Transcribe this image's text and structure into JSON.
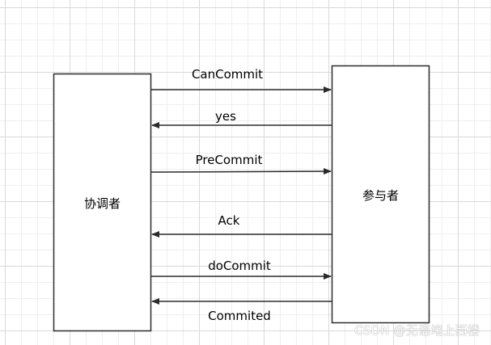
{
  "coordinator": {
    "label": "协调者"
  },
  "participant": {
    "label": "参与者"
  },
  "messages": [
    {
      "label": "CanCommit",
      "direction": "coordinator-to-participant"
    },
    {
      "label": "yes",
      "direction": "participant-to-coordinator"
    },
    {
      "label": "PreCommit",
      "direction": "coordinator-to-participant"
    },
    {
      "label": "Ack",
      "direction": "participant-to-coordinator"
    },
    {
      "label": "doCommit",
      "direction": "coordinator-to-participant"
    },
    {
      "label": "Commited",
      "direction": "participant-to-coordinator"
    }
  ],
  "watermark": {
    "text": "CSDN @无语堵上西楼"
  },
  "colors": {
    "stroke": "#2b2b2b",
    "background": "#ffffff",
    "grid": "#d9d9d9"
  }
}
